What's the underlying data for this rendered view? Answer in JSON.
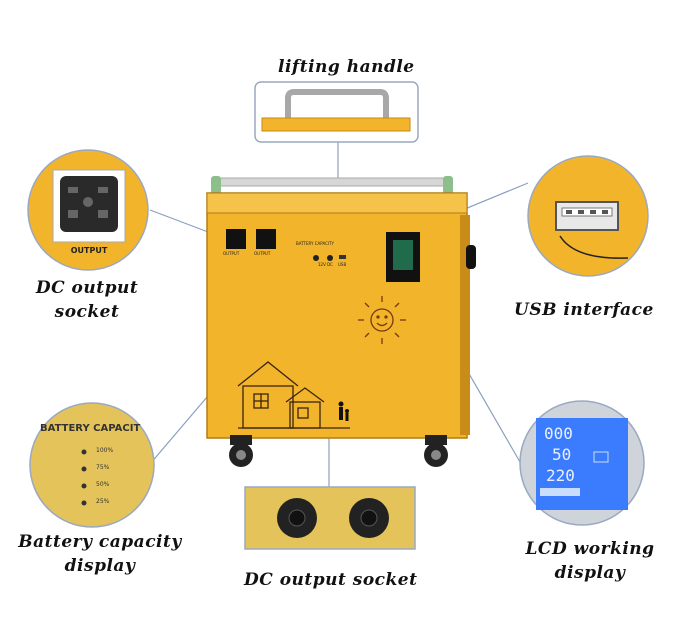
{
  "callouts": {
    "lifting_handle": "lifting handle",
    "dc_output_socket_left_line1": "DC output",
    "dc_output_socket_left_line2": "socket",
    "usb_interface": "USB interface",
    "battery_capacity_line1": "Battery capacity",
    "battery_capacity_line2": "display",
    "dc_output_socket_bottom": "DC output socket",
    "lcd_working_line1": "LCD working",
    "lcd_working_line2": "display"
  },
  "panel": {
    "output_label_1": "OUTPUT",
    "output_label_2": "OUTPUT",
    "battery_label": "BATTERY CAPACITY",
    "dc_label": "12V DC",
    "usb_label": "USB"
  },
  "socket_closeup": {
    "label": "OUTPUT"
  },
  "battery_closeup": {
    "title": "BATTERY CAPACIT",
    "levels": [
      "100%",
      "75%",
      "50%",
      "25%"
    ]
  },
  "lcd_closeup": {
    "rows": [
      "000",
      "50",
      "220"
    ]
  },
  "colors": {
    "body_yellow": "#f2b42a",
    "panel_yellow": "#e8c24a",
    "lcd_blue": "#3b7cff",
    "line_blue": "#7f95b5"
  }
}
